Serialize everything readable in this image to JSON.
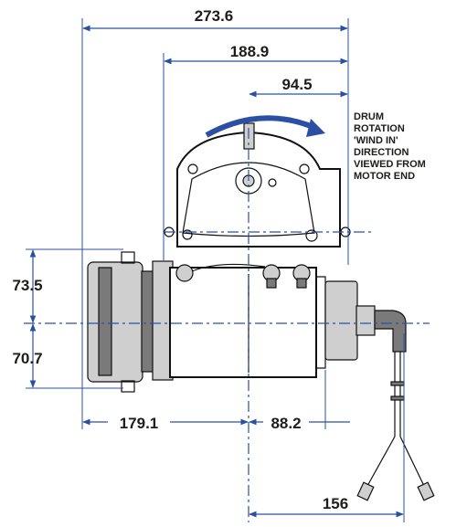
{
  "dimensions": {
    "overall_width": "273.6",
    "mount_width": "188.9",
    "center_offset": "94.5",
    "upper_height": "73.5",
    "lower_height": "70.7",
    "left_length": "179.1",
    "right_length": "88.2",
    "cable_length": "156"
  },
  "note": {
    "lines": [
      "DRUM",
      "ROTATION",
      "'WIND IN'",
      "DIRECTION",
      "VIEWED FROM",
      "MOTOR END"
    ]
  },
  "colors": {
    "dimension_lines": "#2b50a3",
    "rotation_arrow": "#2b50a3",
    "outline": "#111111"
  }
}
